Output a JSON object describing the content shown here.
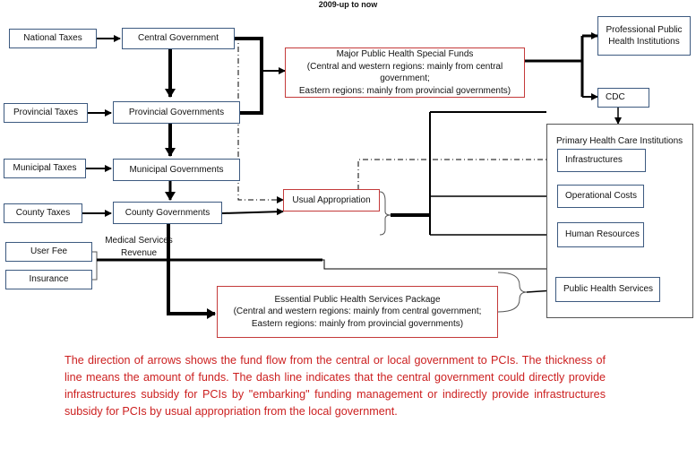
{
  "title": "2009-up to now",
  "nodes": {
    "national_taxes": "National Taxes",
    "central_government": "Central Government",
    "provincial_taxes": "Provincial Taxes",
    "provincial_governments": "Provincial Governments",
    "municipal_taxes": "Municipal Taxes",
    "municipal_governments": "Municipal Governments",
    "county_taxes": "County Taxes",
    "county_governments": "County Governments",
    "user_fee": "User Fee",
    "insurance": "Insurance",
    "medical_services_revenue": "Medical Services Revenue",
    "major_funds": {
      "line1": "Major Public Health Special Funds",
      "line2": "(Central and western regions: mainly from central government;",
      "line3": "Eastern regions: mainly from provincial governments)"
    },
    "usual_appropriation": "Usual Appropriation",
    "essential_package": {
      "line1": "Essential Public Health Services Package",
      "line2": "(Central and western regions: mainly from central government;",
      "line3": "Eastern regions: mainly from provincial governments)"
    },
    "professional_institutions": "Professional Public Health Institutions",
    "cdc": "CDC",
    "phc_institutions": "Primary Health Care Institutions",
    "infrastructures": "Infrastructures",
    "operational_costs": "Operational Costs",
    "human_resources": "Human Resources",
    "public_health_services": "Public Health Services"
  },
  "caption": "The direction of arrows shows the fund flow from the central or local government to PCIs. The thickness of line means the amount of funds. The dash line indicates that the central government could directly provide infrastructures subsidy for PCIs by \"embarking\" funding management or indirectly provide infrastructures subsidy for PCIs by usual appropriation from the local government."
}
